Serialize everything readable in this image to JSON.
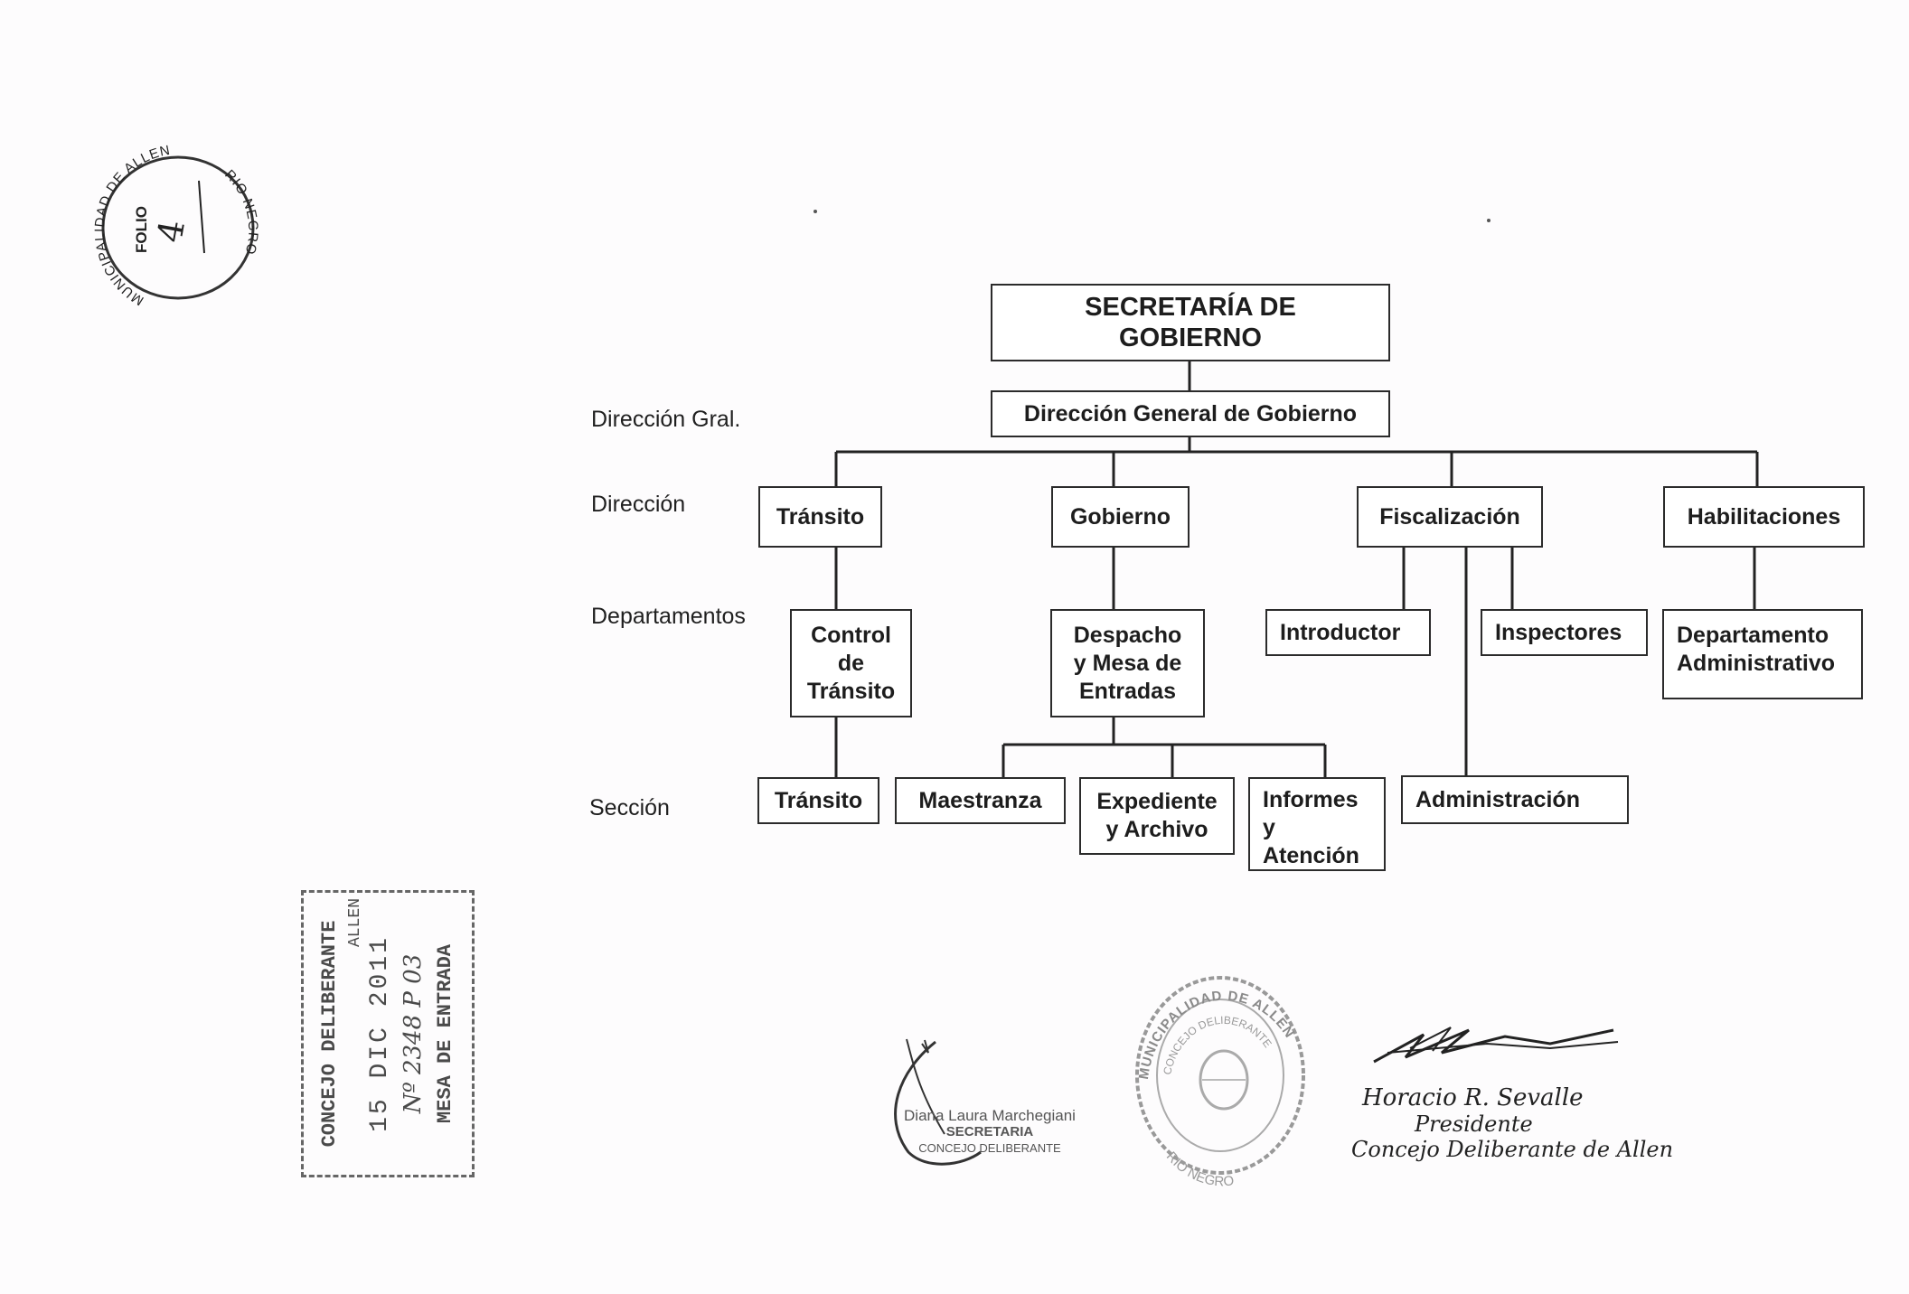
{
  "org_chart": {
    "top": "SECRETARÍA DE\nGOBIERNO",
    "general": "Dirección General de Gobierno",
    "levels": {
      "general": "Dirección Gral.",
      "direction": "Dirección",
      "departments": "Departamentos",
      "section": "Sección"
    },
    "directions": {
      "transito": "Tránsito",
      "gobierno": "Gobierno",
      "fiscalizacion": "Fiscalización",
      "habilitaciones": "Habilitaciones"
    },
    "departments": {
      "control_transito": "Control\nde\nTránsito",
      "despacho": "Despacho\ny Mesa de\nEntradas",
      "introductor": "Introductor",
      "inspectores": "Inspectores",
      "departamento_administrativo": "Departamento\nAdministrativo"
    },
    "sections": {
      "transito": "Tránsito",
      "maestranza": "Maestranza",
      "expediente": "Expediente\ny Archivo",
      "informes": "Informes\ny\nAtención",
      "administracion": "Administración"
    }
  },
  "folio_seal": {
    "ring_text": "MUNICIPALIDAD DE ALLEN",
    "ring_text_right": "RIO NEGRO",
    "label": "FOLIO",
    "number": "4"
  },
  "entry_stamp": {
    "line1": "CONCEJO DELIBERANTE",
    "line2": "ALLEN",
    "line3": "15 DIC 2011",
    "line4": "MESA DE ENTRADA",
    "handwritten": "Nº 2348 P 03"
  },
  "secretary_stamp": {
    "name": "Diana Laura Marchegiani",
    "role": "SECRETARIA",
    "body": "CONCEJO DELIBERANTE"
  },
  "round_seal": {
    "ring_text": "MUNICIPALIDAD DE ALLEN",
    "inner": "CONCEJO DELIBERANTE",
    "bottom": "RIO NEGRO"
  },
  "president_signature": {
    "name": "Horacio R. Sevalle",
    "role": "Presidente",
    "body": "Concejo Deliberante de Allen"
  },
  "colors": {
    "ink": "#1d1d1d",
    "stamp": "#4a4a4a",
    "paper": "#fdfcfd"
  }
}
